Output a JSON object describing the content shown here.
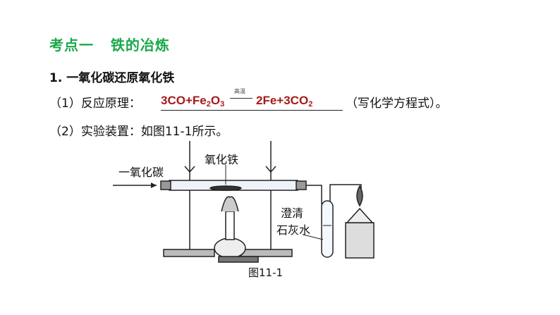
{
  "heading": "考点一   铁的冶炼",
  "section_title": "1. 一氧化碳还原氧化铁",
  "line1": {
    "prefix": "（1）反应原理：",
    "equation_left": "3CO+Fe2O3",
    "condition": "高温",
    "equation_right": "2Fe+3CO2",
    "suffix": "（写化学方程式）。"
  },
  "line2": "（2）实验装置：如图11-1所示。",
  "figure": {
    "label_co": "一氧化碳",
    "label_fe2o3": "氧化铁",
    "label_limewater_line1": "澄清",
    "label_limewater_line2": "石灰水",
    "caption": "图11-1"
  },
  "colors": {
    "heading": "#1aa84a",
    "equation": "#a61a1a"
  }
}
